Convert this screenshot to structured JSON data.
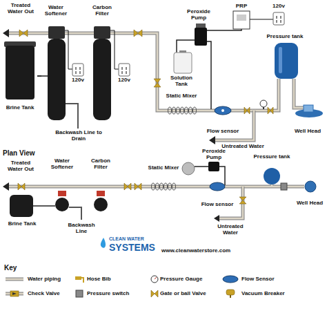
{
  "diagram": {
    "nodes": [
      {
        "text": [
          "Brine Tank"
        ]
      },
      {
        "text": [
          "Water Softener"
        ]
      },
      {
        "text": [
          "Carbon Filter"
        ]
      },
      {
        "text": [
          "Peroxide Pump"
        ]
      },
      {
        "text": [
          "PRP"
        ]
      },
      {
        "text": [
          "Solution Tank"
        ]
      },
      {
        "text": [
          "Pressure tank"
        ]
      },
      {
        "text": [
          "Static Mixer"
        ]
      },
      {
        "text": [
          "Flow sensor"
        ]
      },
      {
        "text": [
          "Well Head"
        ]
      },
      {
        "text": [
          "Brine Tank"
        ]
      },
      {
        "text": [
          "Water Softener"
        ]
      },
      {
        "text": [
          "Carbon Filter"
        ]
      },
      {
        "text": [
          "Peroxide Pump"
        ]
      },
      {
        "text": [
          "Pressure tank"
        ]
      },
      {
        "text": [
          "Static Mixer"
        ]
      },
      {
        "text": [
          "Flow sensor"
        ]
      },
      {
        "text": [
          "Well Head"
        ]
      }
    ],
    "edges": [
      {
        "from": 0,
        "to": 1,
        "arrow": "none"
      },
      {
        "from": 1,
        "to": 2,
        "arrow": "none"
      },
      {
        "from": 2,
        "to": 7,
        "arrow": "none"
      },
      {
        "from": 7,
        "to": 8,
        "arrow": "none"
      },
      {
        "from": 8,
        "to": 6,
        "arrow": "none"
      },
      {
        "from": 6,
        "to": 9,
        "arrow": "none"
      },
      {
        "from": 3,
        "to": 5,
        "arrow": "none"
      },
      {
        "from": 4,
        "to": 3,
        "arrow": "none"
      },
      {
        "from": 3,
        "to": 8,
        "arrow": "none"
      },
      {
        "from": 10,
        "to": 11,
        "arrow": "none"
      },
      {
        "from": 11,
        "to": 12,
        "arrow": "none"
      },
      {
        "from": 12,
        "to": 15,
        "arrow": "none"
      },
      {
        "from": 15,
        "to": 16,
        "arrow": "none"
      },
      {
        "from": 16,
        "to": 14,
        "arrow": "none"
      },
      {
        "from": 14,
        "to": 17,
        "arrow": "none"
      },
      {
        "from": 13,
        "to": 16,
        "arrow": "none"
      }
    ],
    "labels": [
      "Treated Water Out",
      "120v",
      "120v",
      "120v",
      "Backwash Line to Drain",
      "Untreated Water",
      "Plan View",
      "Treated Water Out",
      "Backwash Line",
      "Untreated Water",
      "CLEAN WATER",
      "SYSTEMS",
      "www.cleanwaterstore.com",
      "Key"
    ],
    "legend": [
      {
        "text": "Water piping"
      },
      {
        "text": "Hose Bib"
      },
      {
        "text": "Pressure Gauge"
      },
      {
        "text": "Flow Sensor"
      },
      {
        "text": "Check Valve"
      },
      {
        "text": "Pressure switch"
      },
      {
        "text": "Gate or ball Valve"
      },
      {
        "text": "Vacuum Breaker"
      }
    ]
  }
}
